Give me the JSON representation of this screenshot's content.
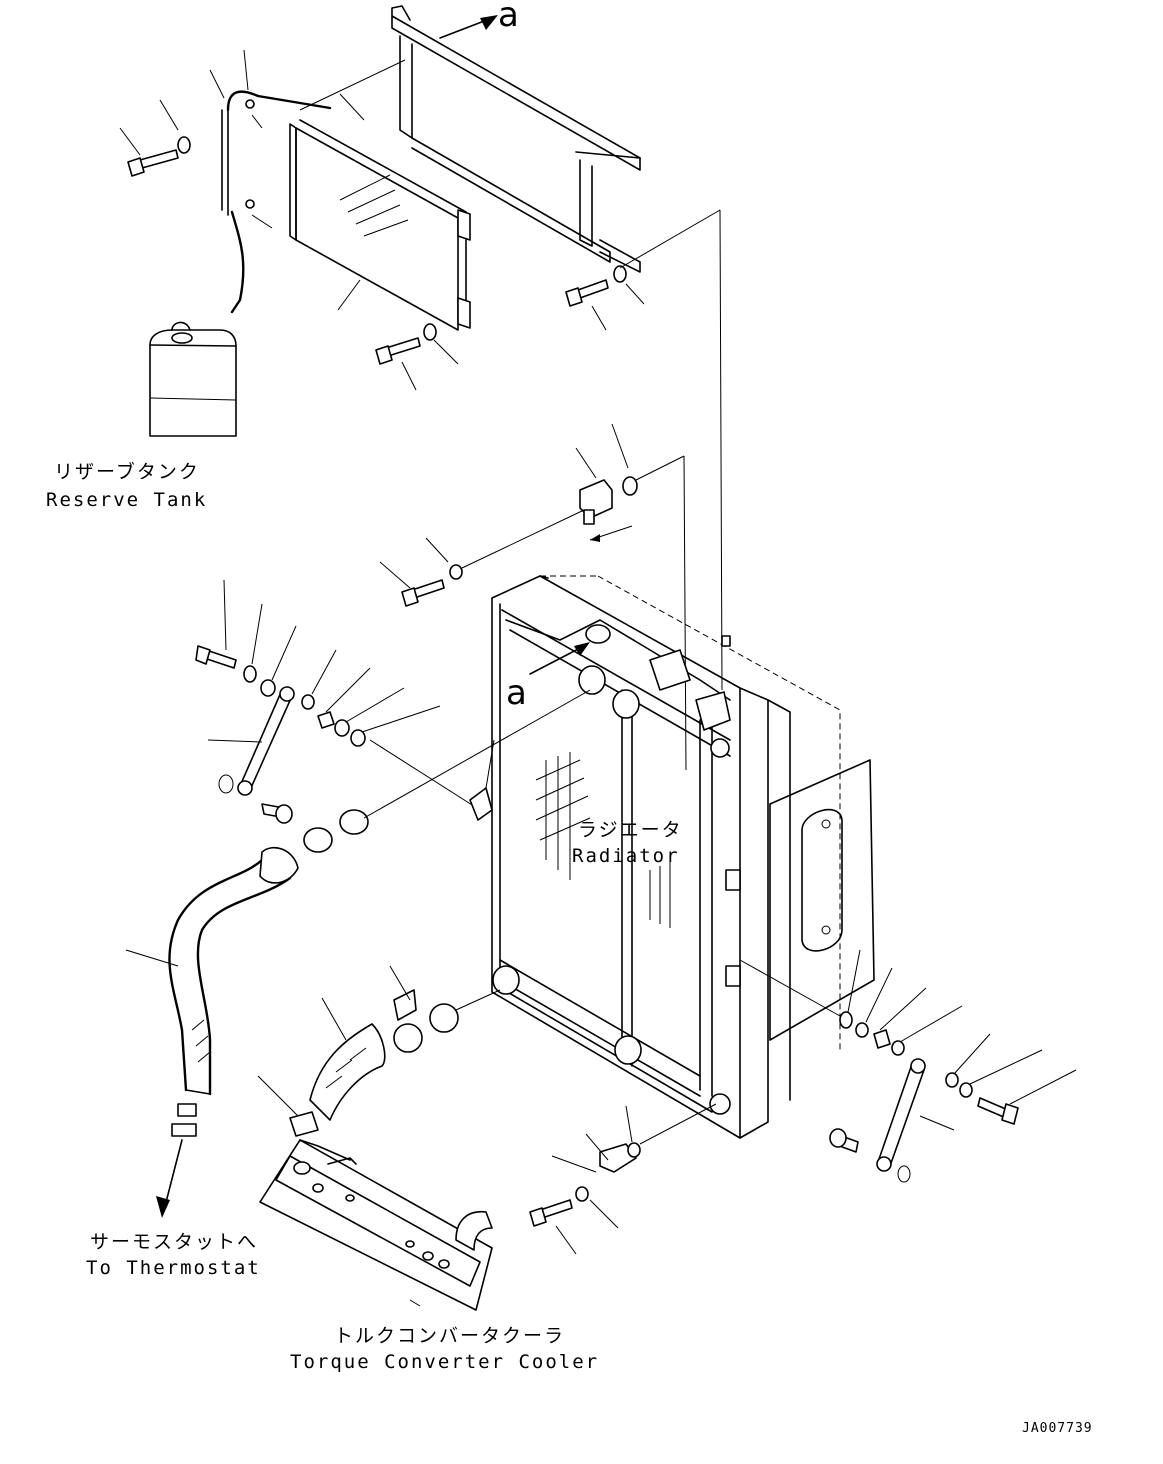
{
  "diagram": {
    "labels": {
      "reserve_tank_jp": "リザーブタンク",
      "reserve_tank_en": "Reserve Tank",
      "radiator_jp": "ラジエータ",
      "radiator_en": "Radiator",
      "thermostat_jp": "サーモスタットへ",
      "thermostat_en": "To Thermostat",
      "torque_converter_jp": "トルクコンバータクーラ",
      "torque_converter_en": "Torque Converter Cooler"
    },
    "reference_mark_top": "a",
    "reference_mark_radiator": "a",
    "drawing_code": "JA007739"
  }
}
